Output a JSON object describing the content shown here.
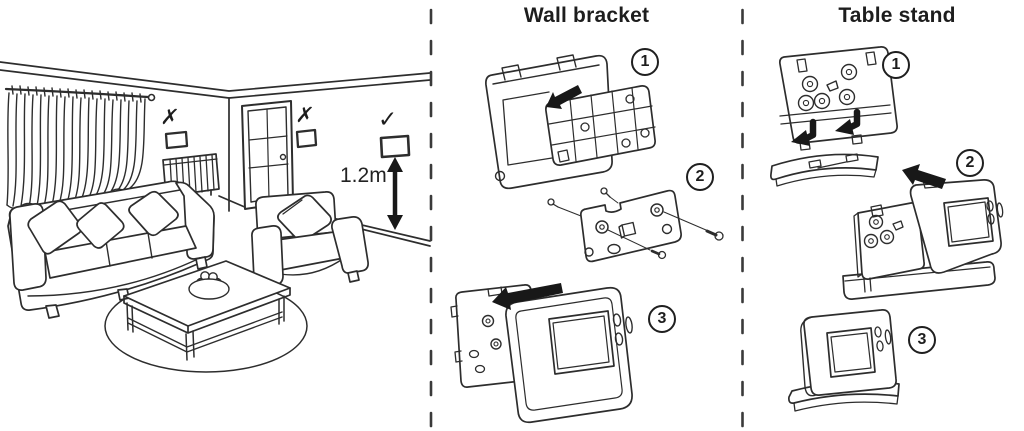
{
  "panel_room": {
    "bad_mark_radiator": "✗",
    "bad_mark_door": "✗",
    "good_mark": "✓",
    "height_label": "1.2m",
    "elements": [
      "curtains",
      "radiator",
      "door",
      "sofa",
      "armchair",
      "coffee-table",
      "fruit-bowl",
      "rug",
      "thermostat-position-markers",
      "height-arrow"
    ]
  },
  "panel_wall_bracket": {
    "title": "Wall bracket",
    "steps": [
      "1",
      "2",
      "3"
    ]
  },
  "panel_table_stand": {
    "title": "Table stand",
    "steps": [
      "1",
      "2",
      "3"
    ]
  },
  "colors": {
    "line": "#2d2d2d",
    "solid_arrow": "#181818",
    "background": "#ffffff"
  }
}
